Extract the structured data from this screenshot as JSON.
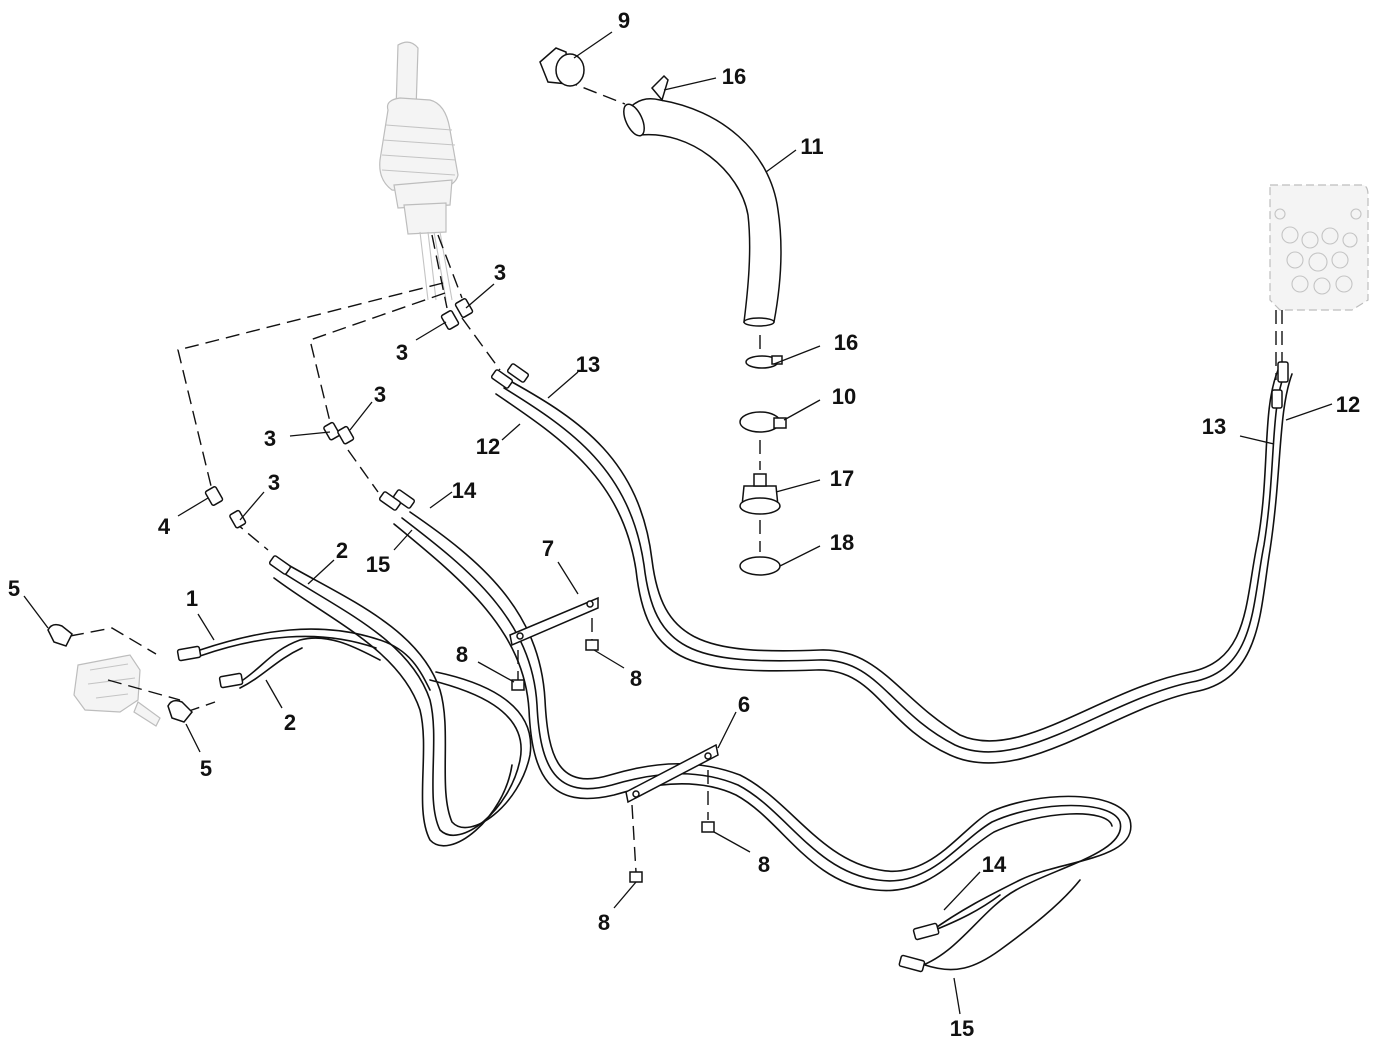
{
  "callouts": [
    {
      "id": "c1",
      "text": "1"
    },
    {
      "id": "c2a",
      "text": "2"
    },
    {
      "id": "c2b",
      "text": "2"
    },
    {
      "id": "c3a",
      "text": "3"
    },
    {
      "id": "c3b",
      "text": "3"
    },
    {
      "id": "c3c",
      "text": "3"
    },
    {
      "id": "c3d",
      "text": "3"
    },
    {
      "id": "c3e",
      "text": "3"
    },
    {
      "id": "c4",
      "text": "4"
    },
    {
      "id": "c5a",
      "text": "5"
    },
    {
      "id": "c5b",
      "text": "5"
    },
    {
      "id": "c6",
      "text": "6"
    },
    {
      "id": "c7",
      "text": "7"
    },
    {
      "id": "c8a",
      "text": "8"
    },
    {
      "id": "c8b",
      "text": "8"
    },
    {
      "id": "c8c",
      "text": "8"
    },
    {
      "id": "c8d",
      "text": "8"
    },
    {
      "id": "c9",
      "text": "9"
    },
    {
      "id": "c10",
      "text": "10"
    },
    {
      "id": "c11",
      "text": "11"
    },
    {
      "id": "c12a",
      "text": "12"
    },
    {
      "id": "c12b",
      "text": "12"
    },
    {
      "id": "c13a",
      "text": "13"
    },
    {
      "id": "c13b",
      "text": "13"
    },
    {
      "id": "c14a",
      "text": "14"
    },
    {
      "id": "c14b",
      "text": "14"
    },
    {
      "id": "c15a",
      "text": "15"
    },
    {
      "id": "c15b",
      "text": "15"
    },
    {
      "id": "c16a",
      "text": "16"
    },
    {
      "id": "c16b",
      "text": "16"
    },
    {
      "id": "c17",
      "text": "17"
    },
    {
      "id": "c18",
      "text": "18"
    }
  ]
}
